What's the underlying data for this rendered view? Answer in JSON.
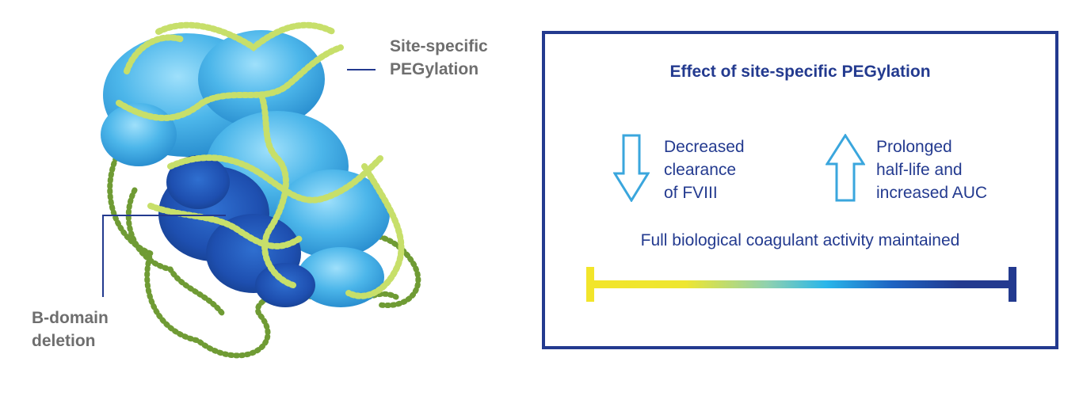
{
  "figure": {
    "protein_image": "pegylated-bdd-fviii-protein-structure",
    "callouts": {
      "pegylation": [
        "Site-specific",
        "PEGylation"
      ],
      "b_domain": [
        "B-domain",
        "deletion"
      ]
    },
    "effect_panel": {
      "title": "Effect of site-specific PEGylation",
      "effects": [
        {
          "direction": "down",
          "icon": "down-arrow-icon",
          "lines": [
            "Decreased",
            "clearance",
            "of FVIII"
          ]
        },
        {
          "direction": "up",
          "icon": "up-arrow-icon",
          "lines": [
            "Prolonged",
            "half-life and",
            "increased AUC"
          ]
        }
      ],
      "activity_statement": "Full biological coagulant activity maintained",
      "scale_bar": {
        "start_color": "#f2e52a",
        "middle_color": "#29b6ea",
        "end_color": "#233a8f"
      }
    },
    "colors": {
      "navy": "#233a8f",
      "callout_gray": "#6e6e6e",
      "arrow_blue": "#3aa6dd",
      "protein_light": "#4fb8ea",
      "protein_dark": "#1f4fb3",
      "peg_chain": "#b6d456"
    }
  }
}
